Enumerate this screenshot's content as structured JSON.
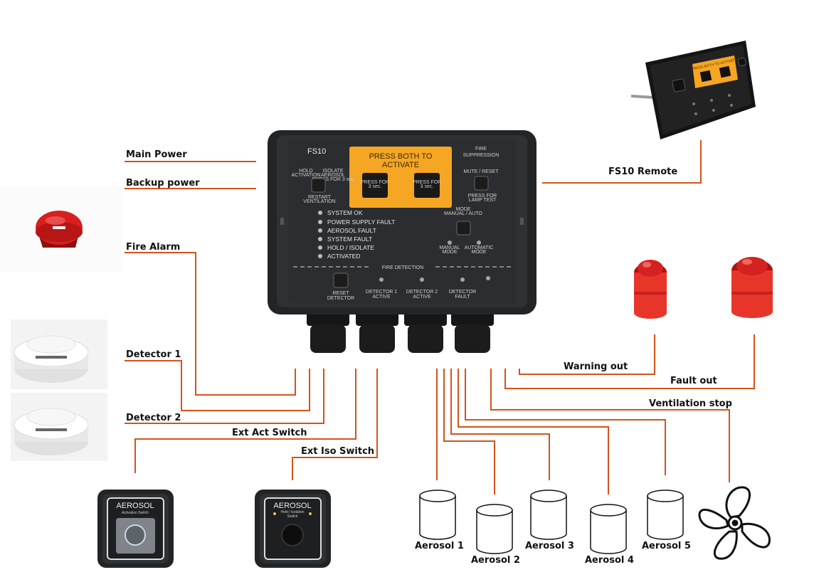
{
  "colors": {
    "wire": "#d2531c",
    "panel": "#2b2d30",
    "yellow": "#f5a623",
    "alarm_red": "#d81e1e"
  },
  "labels": {
    "main_power": "Main Power",
    "backup_power": "Backup power",
    "fire_alarm": "Fire Alarm",
    "detector_1": "Detector 1",
    "detector_2": "Detector 2",
    "ext_act_switch": "Ext Act Switch",
    "ext_iso_switch": "Ext Iso Switch",
    "fs10_remote": "FS10 Remote",
    "warning_out": "Warning out",
    "fault_out": "Fault out",
    "ventilation_stop": "Ventilation stop",
    "aerosol_1": "Aerosol 1",
    "aerosol_2": "Aerosol 2",
    "aerosol_3": "Aerosol 3",
    "aerosol_4": "Aerosol 4",
    "aerosol_5": "Aerosol 5"
  },
  "panel": {
    "model": "FS10",
    "press_both_1": "PRESS BOTH TO",
    "press_both_2": "ACTIVATE",
    "press_for_1": "PRESS FOR",
    "press_for_2": "3 sec.",
    "fire_1": "FIRE",
    "fire_2": "SUPPRESSION",
    "hold_1": "HOLD",
    "hold_2": "ACTIVATION",
    "isolate_1": "ISOLATE",
    "isolate_2": "AEROSOL",
    "isolate_3": "PRESS FOR 3 sec",
    "restart_1": "RESTART",
    "restart_2": "VENTILATION",
    "mute_reset": "MUTE / RESET",
    "lamp_1": "PRESS FOR",
    "lamp_2": "LAMP TEST",
    "mode_1": "MODE",
    "mode_2": "MANUAL / AUTO",
    "manual_1": "MANUAL",
    "manual_2": "MODE",
    "auto_1": "AUTOMATIC",
    "auto_2": "MODE",
    "status": [
      "SYSTEM OK",
      "POWER SUPPLY FAULT",
      "AEROSOL FAULT",
      "SYSTEM FAULT",
      "HOLD / ISOLATE",
      "ACTIVATED"
    ],
    "fire_detection": "FIRE DETECTION",
    "reset_1": "RESET",
    "reset_2": "DETECTOR",
    "det1_1": "DETECTOR 1",
    "det1_2": "ACTIVE",
    "det2_1": "DETECTOR 2",
    "det2_2": "ACTIVE",
    "detf_1": "DETECTOR",
    "detf_2": "FAULT"
  },
  "switches": {
    "act_title": "AEROSOL",
    "act_sub": "Activation Switch",
    "iso_title": "AEROSOL",
    "iso_sub_1": "Hold / Isolation",
    "iso_sub_2": "Switch"
  },
  "remote": {
    "press_both": "PRESS BOTH TO ACTIVATE"
  }
}
